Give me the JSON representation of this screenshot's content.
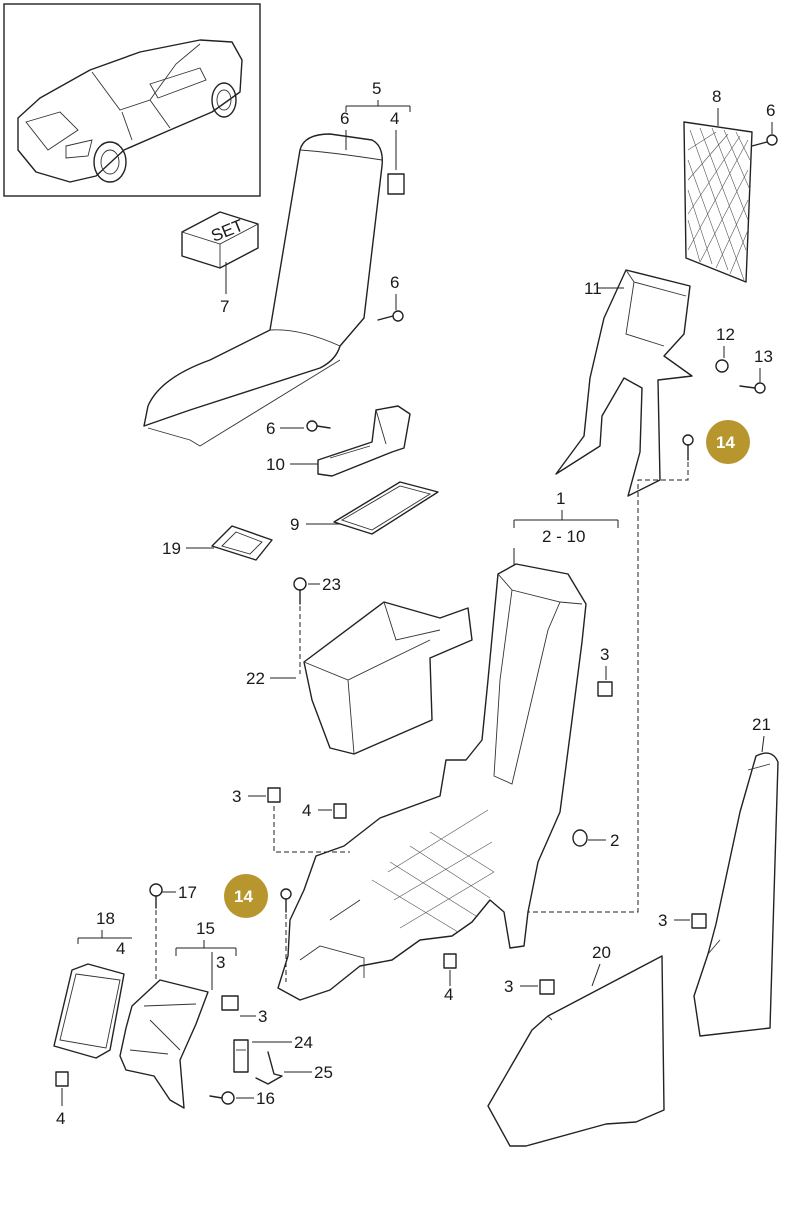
{
  "diagram": {
    "highlight_color": "#b8962e",
    "set_box_text": "SET",
    "callouts": {
      "c1": "1",
      "c2_10": "2 - 10",
      "c2": "2",
      "c3a": "3",
      "c3b": "3",
      "c3c": "3",
      "c3d": "3",
      "c3e": "3",
      "c3f": "3",
      "c4a": "4",
      "c4b": "4",
      "c4c": "4",
      "c4d": "4",
      "c4e": "4",
      "c5": "5",
      "c6a": "6",
      "c6b": "6",
      "c6c": "6",
      "c6d": "6",
      "c7": "7",
      "c8": "8",
      "c9": "9",
      "c10": "10",
      "c11": "11",
      "c12": "12",
      "c13": "13",
      "c14a": "14",
      "c14b": "14",
      "c15": "15",
      "c16": "16",
      "c17": "17",
      "c18": "18",
      "c19": "19",
      "c20": "20",
      "c21": "21",
      "c22": "22",
      "c23": "23",
      "c24": "24",
      "c25": "25"
    }
  }
}
